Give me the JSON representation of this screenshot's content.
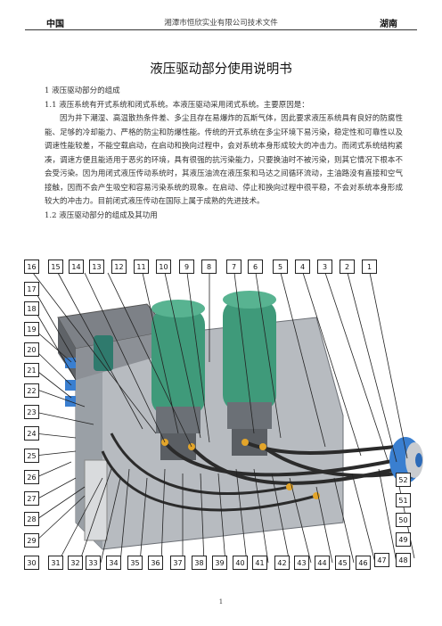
{
  "header": {
    "left": "中国",
    "center": "湘潭市恒欣实业有限公司技术文件",
    "right": "湖南"
  },
  "title": "液压驱动部分使用说明书",
  "paragraphs": {
    "p1": "1  液压驱动部分的组成",
    "p2": "1.1 液压系统有开式系统和闭式系统。本液压驱动采用闭式系统。主要原因是：",
    "p3": "因为井下潮湿、高温散热条件差、多尘且存在易爆炸的瓦斯气体，因此要求液压系统具有良好的防腐性能、足够的冷却能力、严格的防尘和防爆性能。传统的开式系统在多尘环境下易污染，稳定性和可靠性以及调速性能较差，不能空载启动，在启动和换向过程中，会对系统本身形成较大的冲击力。而闭式系统结构紧凑，调速方便且能适用于恶劣的环境，具有很强的抗污染能力，只要换油时不被污染，则其它情况下根本不会受污染。因为用闭式液压传动系统时，其液压油流在液压泵和马达之间循环流动，主油路没有直接和空气接触，因而不会产生吸空和容易污染系统的现象。在启动、停止和换向过程中很平稳，不会对系统本身形成较大的冲击力。目前闭式液压传动在国际上属于成熟的先进技术。",
    "p4": "1.2 液压驱动部分的组成及其功用"
  },
  "callouts": {
    "top": [
      "16",
      "15",
      "14",
      "13",
      "12",
      "11",
      "10",
      "9",
      "8",
      "7",
      "6",
      "5",
      "4",
      "3",
      "2",
      "1"
    ],
    "left": [
      "17",
      "18",
      "19",
      "20",
      "21",
      "22",
      "23",
      "24",
      "25",
      "26",
      "27",
      "28",
      "29"
    ],
    "bottom": [
      "30",
      "31",
      "32",
      "33",
      "34",
      "35",
      "36",
      "37",
      "38",
      "39",
      "40",
      "41",
      "42",
      "43",
      "44",
      "45",
      "46",
      "47",
      "48"
    ],
    "right": [
      "52",
      "51",
      "50",
      "49"
    ]
  },
  "page_number": "1",
  "colors": {
    "motor_green": "#3f9a7a",
    "tank_gray": "#8c9096",
    "hose_black": "#2b2b2b",
    "fitting_yellow": "#e3a52a",
    "blue_parts": "#3a7fd0"
  }
}
